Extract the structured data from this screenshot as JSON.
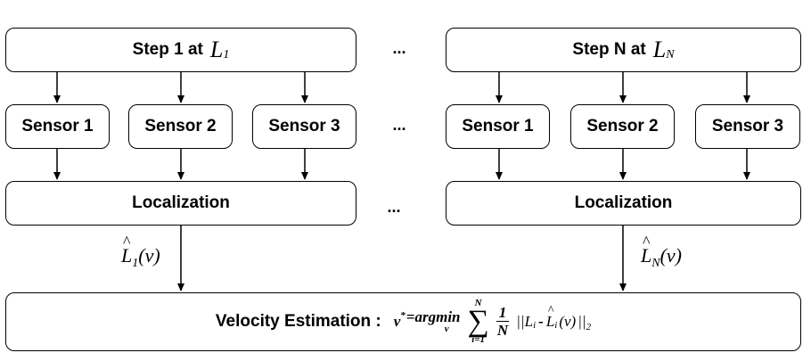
{
  "top_row": {
    "left_step": {
      "label": "Step 1 at",
      "var": "L",
      "sub": "1"
    },
    "right_step": {
      "label": "Step N at",
      "var": "L",
      "sub": "N"
    },
    "ellipsis": "..."
  },
  "sensors_left": [
    "Sensor 1",
    "Sensor 2",
    "Sensor 3"
  ],
  "sensors_right": [
    "Sensor 1",
    "Sensor 2",
    "Sensor 3"
  ],
  "sensor_ellipsis": "...",
  "localization": {
    "left": "Localization",
    "right": "Localization",
    "ellipsis": "..."
  },
  "estimates": {
    "left": {
      "var": "L",
      "sub": "1",
      "arg": "(v)"
    },
    "right": {
      "var": "L",
      "sub": "N",
      "arg": "(v)"
    }
  },
  "velocity": {
    "label": "Velocity Estimation :",
    "lhs": "v",
    "star": "*",
    "eq": "=argmin",
    "argmin_sub": "v",
    "sum_top": "N",
    "sum_bottom": "i=1",
    "frac_num": "1",
    "frac_den": "N",
    "norm_open": "||L",
    "norm_i": "i",
    "minus": "-",
    "hat_L": "L",
    "hat_i": "i",
    "arg": "(v)",
    "norm_close": "||",
    "norm_sub": "2"
  }
}
